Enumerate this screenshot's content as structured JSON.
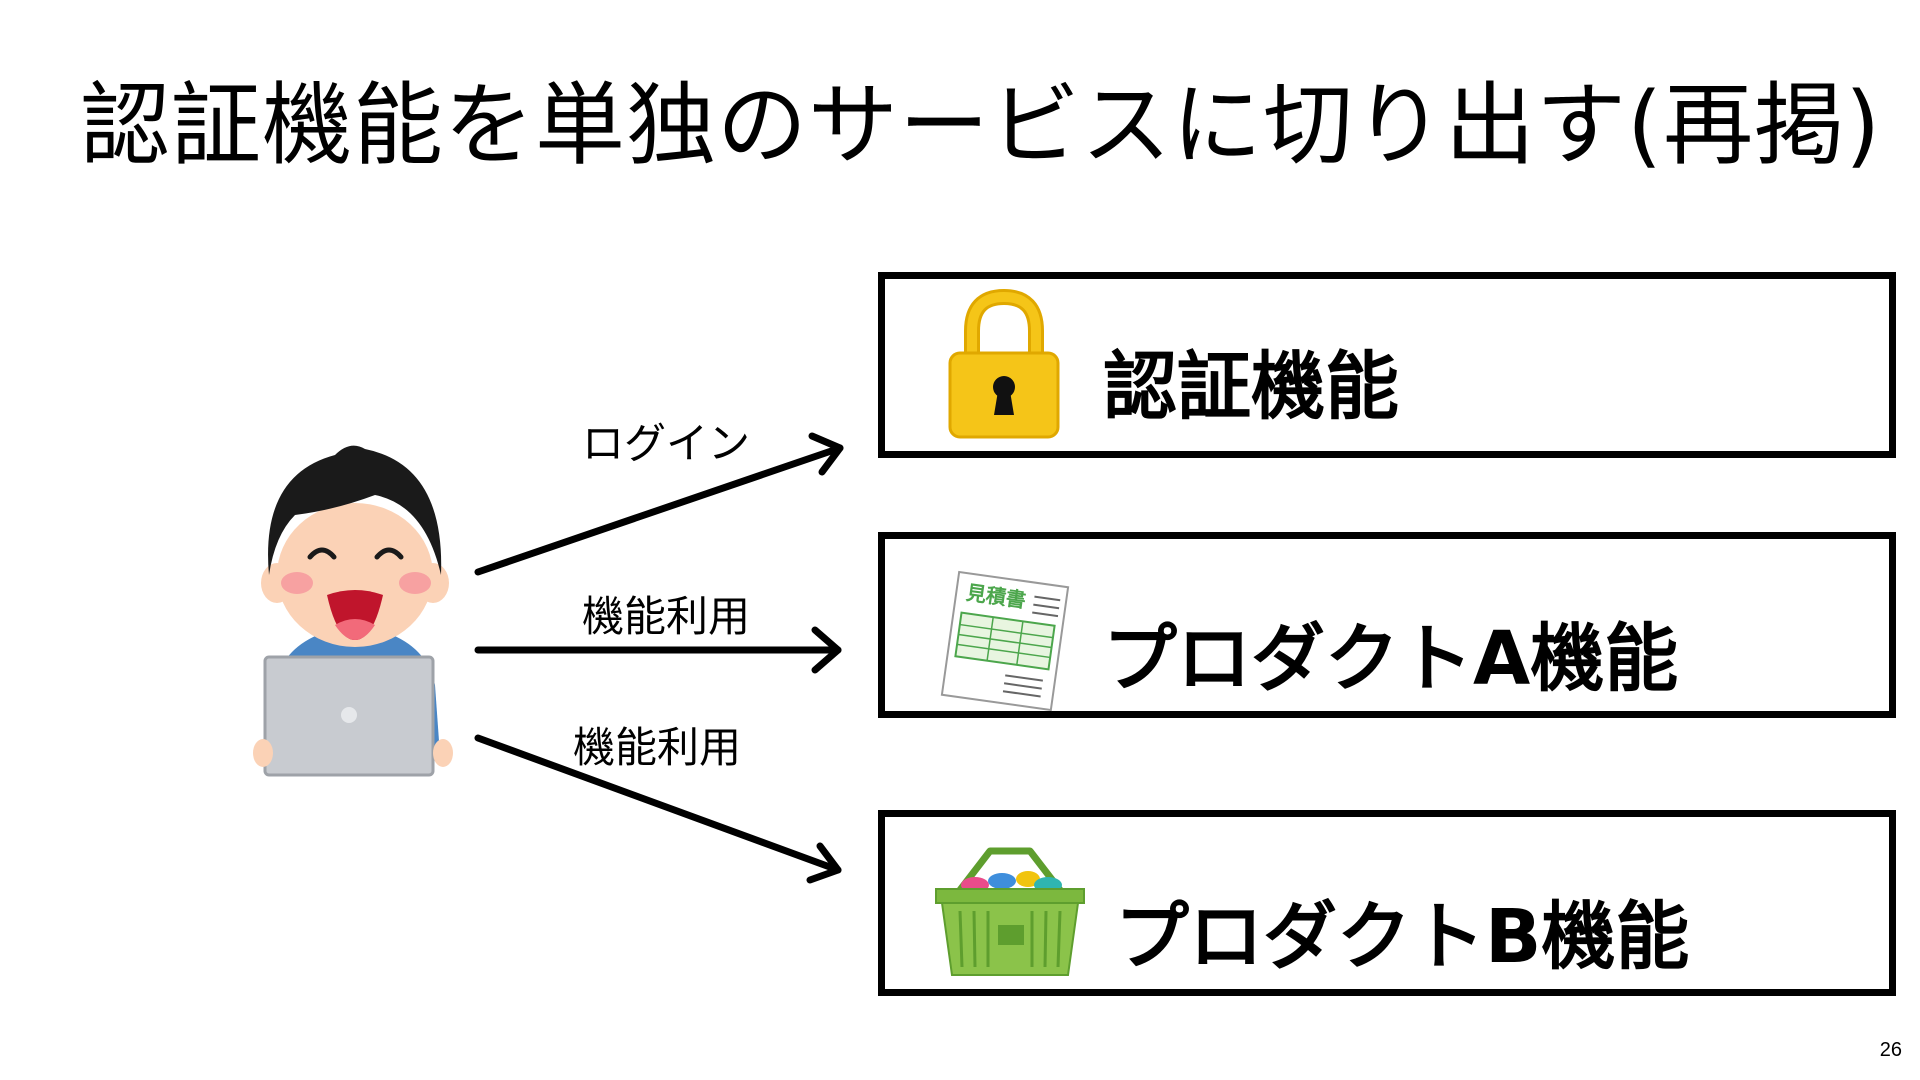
{
  "slide": {
    "title": "認証機能を単独のサービスに切り出す(再掲)",
    "page_number": "26"
  },
  "diagram": {
    "user_icon": "person-with-laptop-icon",
    "arrows": [
      {
        "label": "ログイン"
      },
      {
        "label": "機能利用"
      },
      {
        "label": "機能利用"
      }
    ],
    "boxes": [
      {
        "label": "認証機能",
        "icon": "padlock-icon"
      },
      {
        "label": "プロダクトA機能",
        "icon": "estimate-document-icon",
        "icon_text": "見積書"
      },
      {
        "label": "プロダクトB機能",
        "icon": "shopping-basket-icon"
      }
    ],
    "colors": {
      "lock": "#F5C518",
      "document_text": "#4CA64C",
      "basket": "#8BC34A",
      "shirt": "#4A86C5",
      "laptop": "#C8CBD0"
    }
  }
}
